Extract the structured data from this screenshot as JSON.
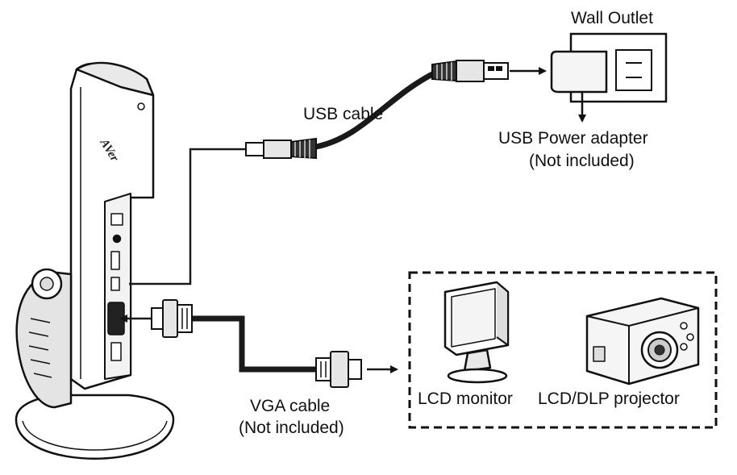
{
  "labels": {
    "wall_outlet": "Wall Outlet",
    "usb_cable": "USB cable",
    "usb_power_adapter": "USB Power adapter",
    "usb_power_adapter_note": "(Not included)",
    "vga_cable": "VGA cable",
    "vga_cable_note": "(Not included)",
    "lcd_monitor": "LCD monitor",
    "projector": "LCD/DLP projector"
  },
  "device": {
    "brand": "AVer",
    "brand_logo_text": "AVer"
  },
  "colors": {
    "ink": "#111111",
    "cable": "#1a1a1a",
    "background": "#ffffff"
  }
}
